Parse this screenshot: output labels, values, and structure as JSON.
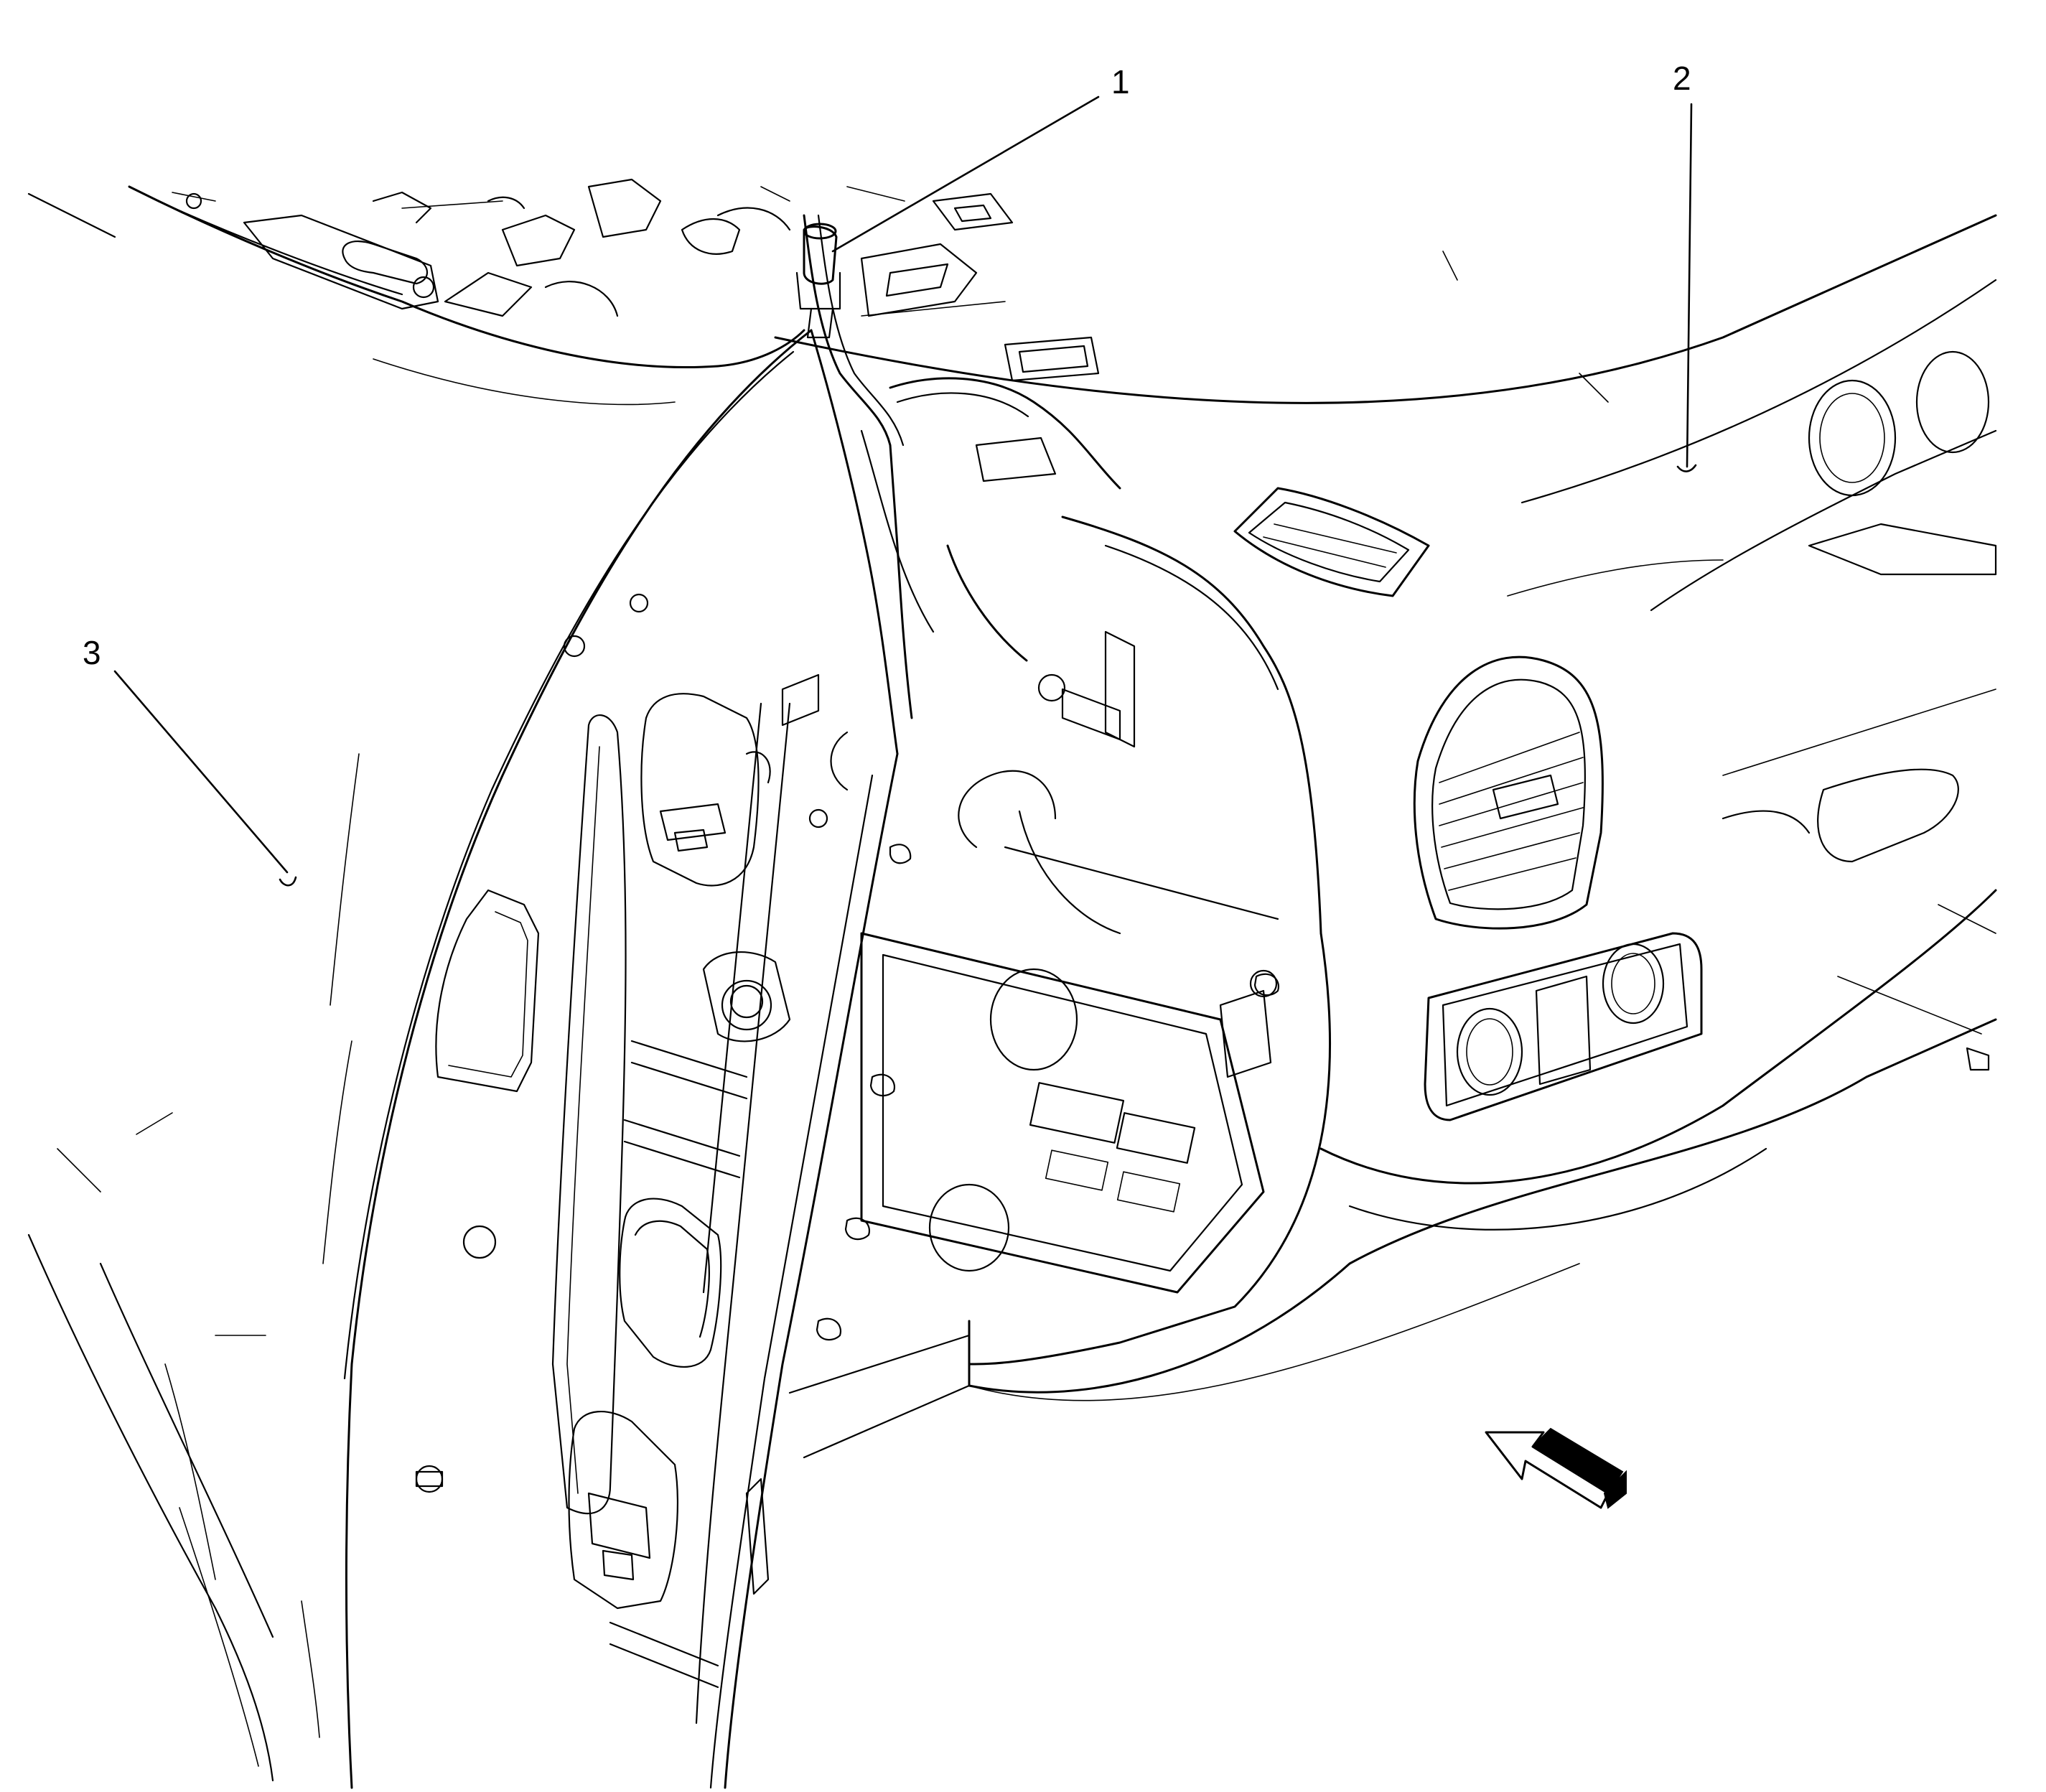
{
  "callouts": [
    {
      "id": "1",
      "label": "1"
    },
    {
      "id": "2",
      "label": "2"
    },
    {
      "id": "3",
      "label": "3"
    }
  ],
  "icons": {
    "view_arrow": "view-direction-arrow-icon"
  },
  "colors": {
    "line": "#000000",
    "background": "#ffffff"
  }
}
